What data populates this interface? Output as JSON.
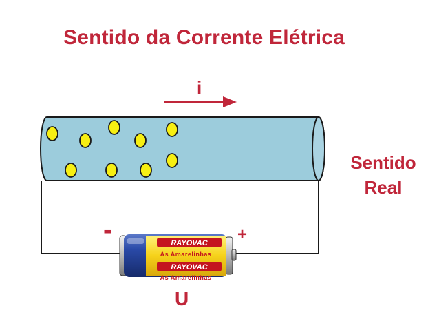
{
  "title": "Sentido da Corrente Elétrica",
  "current_label": "i",
  "real_direction_label": {
    "line1": "Sentido",
    "line2": "Real"
  },
  "battery": {
    "negative_sign": "-",
    "positive_sign": "+",
    "brand": "RAYOVAC",
    "slogan": "As Amarelinhas",
    "voltage_label": "U"
  },
  "colors": {
    "title": "#c0263a",
    "wire": "#1a1a1a",
    "conductor_fill": "#9cccdc",
    "electron_fill": "#f7ef12",
    "battery_body": "#1f3a8c",
    "battery_band": "#f6d21a",
    "battery_brand_red": "#c4141f"
  }
}
